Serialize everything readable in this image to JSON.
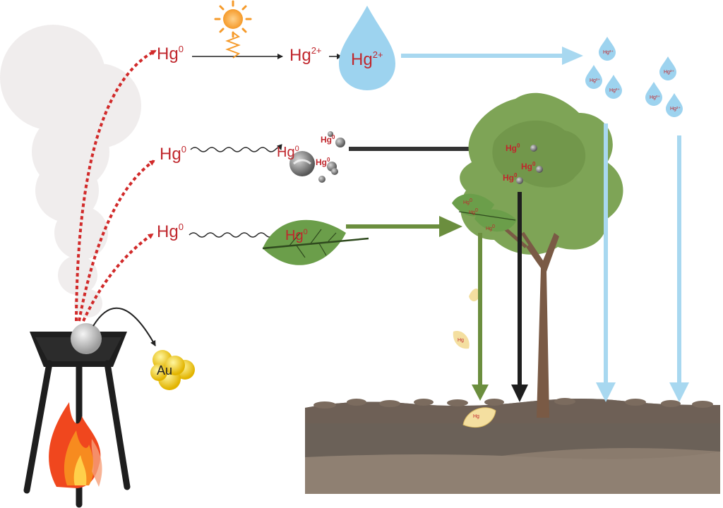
{
  "colors": {
    "mercury_text": "#c0272d",
    "emission_arrow": "#d12a2a",
    "wet_deposition": "#a8d8f0",
    "particle_arrow": "#333333",
    "leaf_arrow": "#6b8e3e",
    "soil_dark": "#6b6158",
    "soil_light": "#8a7b6d"
  },
  "emission": {
    "gaseous_label": "Hg",
    "gaseous_sup": "0",
    "particle_source_label": "Hg",
    "particle_source_sup": "0",
    "leaf_source_label": "Hg",
    "leaf_source_sup": "0"
  },
  "oxidation": {
    "product_label": "Hg",
    "product_sup": "2+",
    "droplet_label": "Hg",
    "droplet_sup": "2+"
  },
  "particles": [
    {
      "label": "Hg",
      "sup": "0"
    },
    {
      "label": "Hg",
      "sup": "0"
    },
    {
      "label": "Hg",
      "sup": "0"
    }
  ],
  "leaf": {
    "label": "Hg",
    "sup": "0"
  },
  "amalgam_product": "Au",
  "rain_drops": [
    {
      "label": "Hg²⁺"
    },
    {
      "label": "Hg²⁺"
    },
    {
      "label": "Hg²⁺"
    },
    {
      "label": "Hg²⁺"
    },
    {
      "label": "Hg²⁺"
    },
    {
      "label": "Hg²⁺"
    }
  ],
  "tree_canopy_labels": [
    {
      "label": "Hg",
      "sup": "0"
    },
    {
      "label": "Hg",
      "sup": "0"
    },
    {
      "label": "Hg",
      "sup": "0"
    }
  ],
  "tree_leaf_labels": [
    {
      "label": "Hg",
      "sup": "0"
    },
    {
      "label": "Hg",
      "sup": "0"
    },
    {
      "label": "Hg",
      "sup": "0"
    }
  ],
  "litter_labels": [
    {
      "label": "Hg"
    },
    {
      "label": "Hg"
    }
  ],
  "icons": [
    "sun-icon",
    "fire-icon",
    "stove-icon",
    "gold-icon",
    "tree-icon",
    "leaf-icon",
    "particle-icon",
    "raindrop-icon",
    "soil-icon"
  ]
}
